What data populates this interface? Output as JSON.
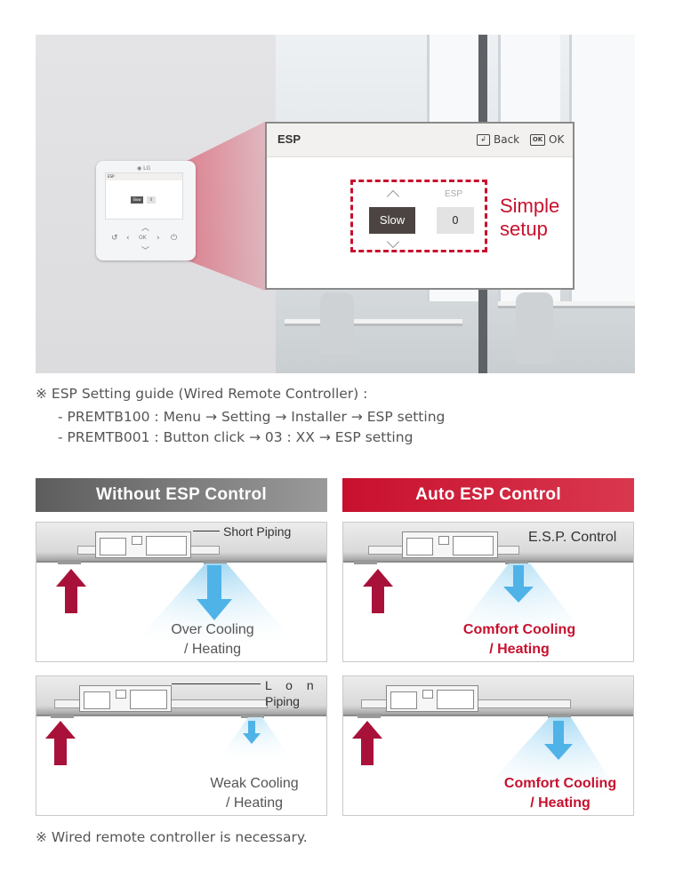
{
  "hero": {
    "remote_logo": "◉ LG",
    "panel": {
      "title": "ESP",
      "back_label": "Back",
      "ok_label": "OK",
      "ok_icon_text": "OK",
      "mode_value": "Slow",
      "esp_label": "ESP",
      "esp_value": "0",
      "callout_line1": "Simple",
      "callout_line2": "setup"
    }
  },
  "guide": {
    "heading": "※ ESP Setting guide (Wired Remote Controller) :",
    "items": [
      "- PREMTB100 : Menu → Setting → Installer → ESP setting",
      "- PREMTB001 : Button click → 03 : XX → ESP setting"
    ]
  },
  "comparison": {
    "left_header": "Without ESP Control",
    "right_header": "Auto ESP Control",
    "cells": {
      "top_left": {
        "pipe_label": "Short Piping",
        "line1": "Over Cooling",
        "line2": "/ Heating"
      },
      "top_right": {
        "pipe_label": "E.S.P. Control",
        "line1": "Comfort Cooling",
        "line2": "/ Heating"
      },
      "bottom_left": {
        "pipe_label_1": "L o n g",
        "pipe_label_2": "Piping",
        "line1": "Weak Cooling",
        "line2": "/ Heating"
      },
      "bottom_right": {
        "line1": "Comfort Cooling",
        "line2": "/ Heating"
      }
    },
    "colors": {
      "accent_red": "#c8102e",
      "arrow_blue": "#4fb3e8",
      "arrow_red": "#a8123a"
    }
  },
  "footnote": "※ Wired remote controller is necessary."
}
